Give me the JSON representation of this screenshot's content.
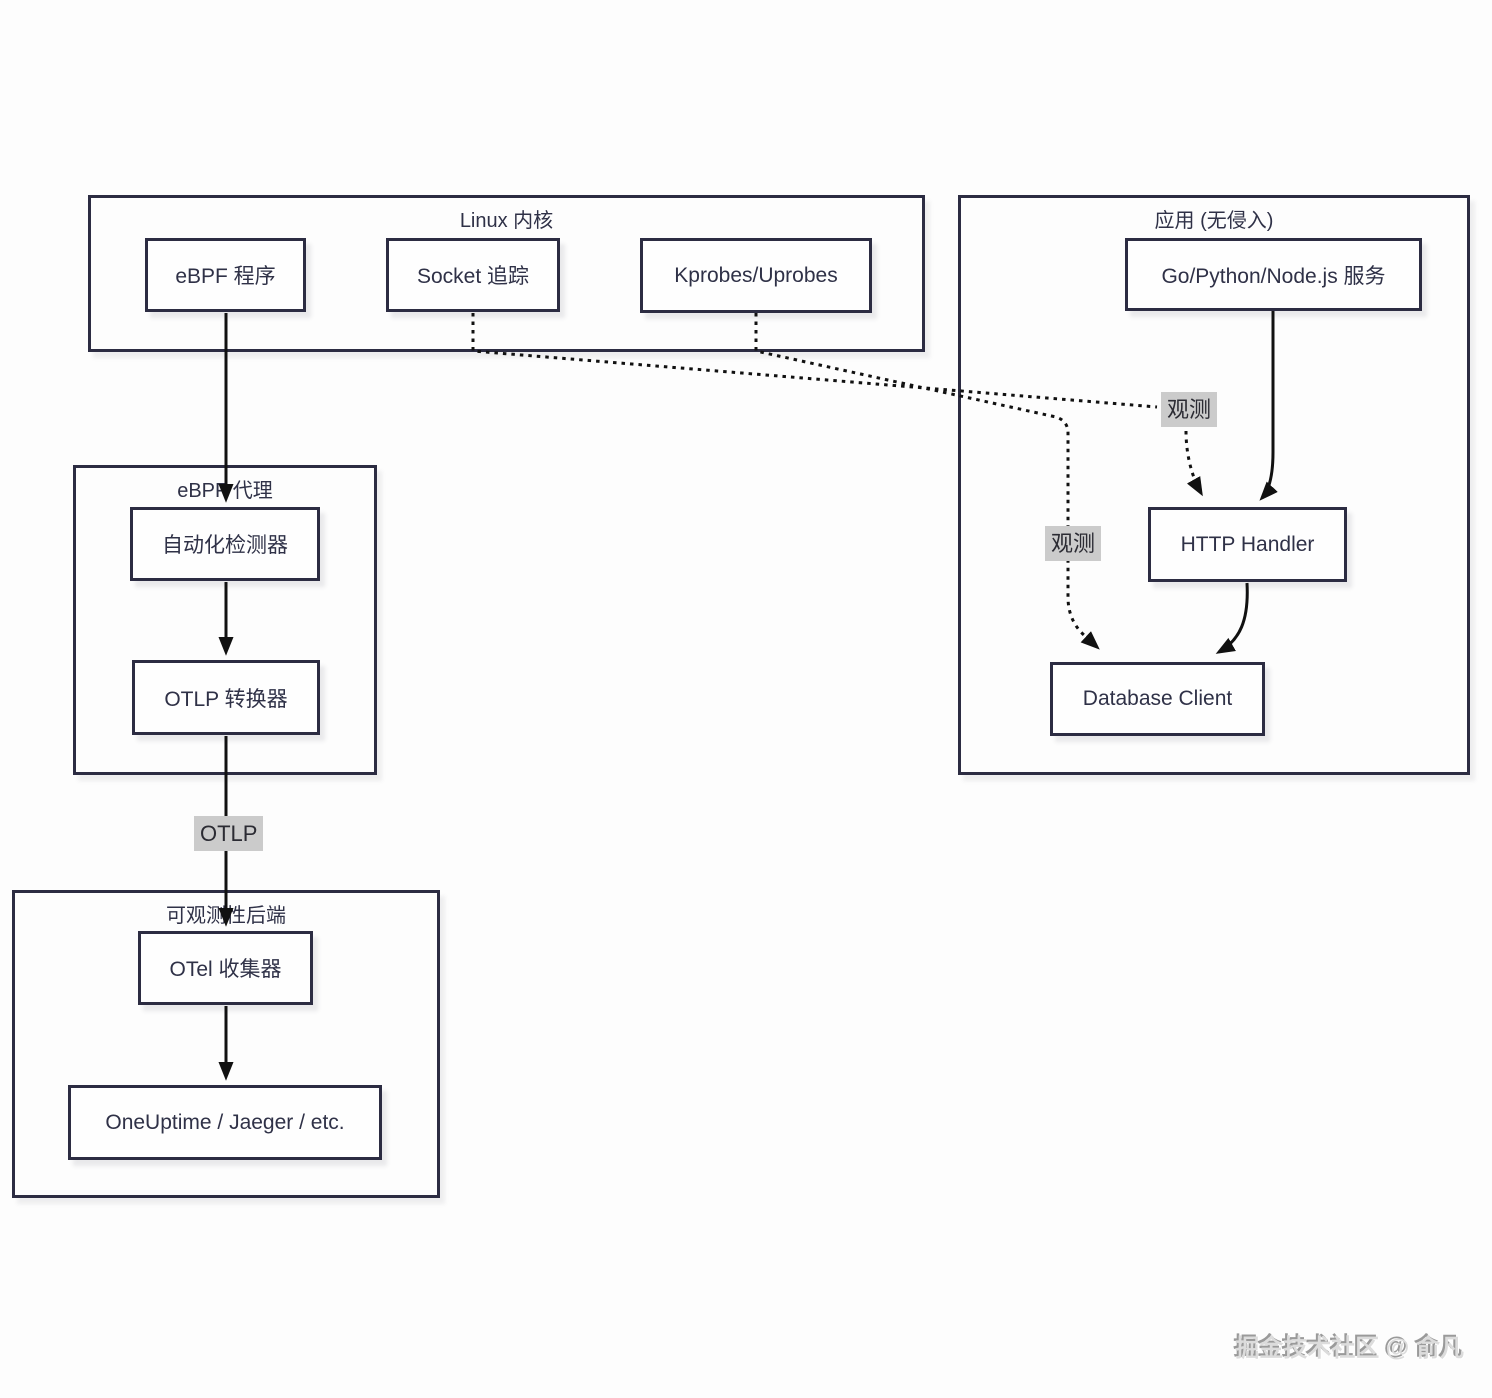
{
  "containers": {
    "kernel": {
      "title": "Linux 内核"
    },
    "app": {
      "title": "应用 (无侵入)"
    },
    "agent": {
      "title": "eBPF 代理"
    },
    "backend": {
      "title": "可观测性后端"
    }
  },
  "nodes": {
    "ebpf_program": {
      "label": "eBPF 程序"
    },
    "socket_tracing": {
      "label": "Socket 追踪"
    },
    "kprobes_uprobes": {
      "label": "Kprobes/Uprobes"
    },
    "go_service": {
      "label": "Go/Python/Node.js 服务"
    },
    "http_handler": {
      "label": "HTTP Handler"
    },
    "database_client": {
      "label": "Database Client"
    },
    "auto_detector": {
      "label": "自动化检测器"
    },
    "otlp_converter": {
      "label": "OTLP 转换器"
    },
    "otel_collector": {
      "label": "OTel 收集器"
    },
    "backends_list": {
      "label": "OneUptime / Jaeger / etc."
    }
  },
  "edge_labels": {
    "otlp": "OTLP",
    "observe_1": "观测",
    "observe_2": "观测"
  },
  "colors": {
    "box_border": "#2c2c42",
    "connector": "#111111",
    "edge_label_bg": "#cbcbcb",
    "background": "#fdfdfd"
  },
  "watermark": "掘金技术社区 @ 俞凡"
}
